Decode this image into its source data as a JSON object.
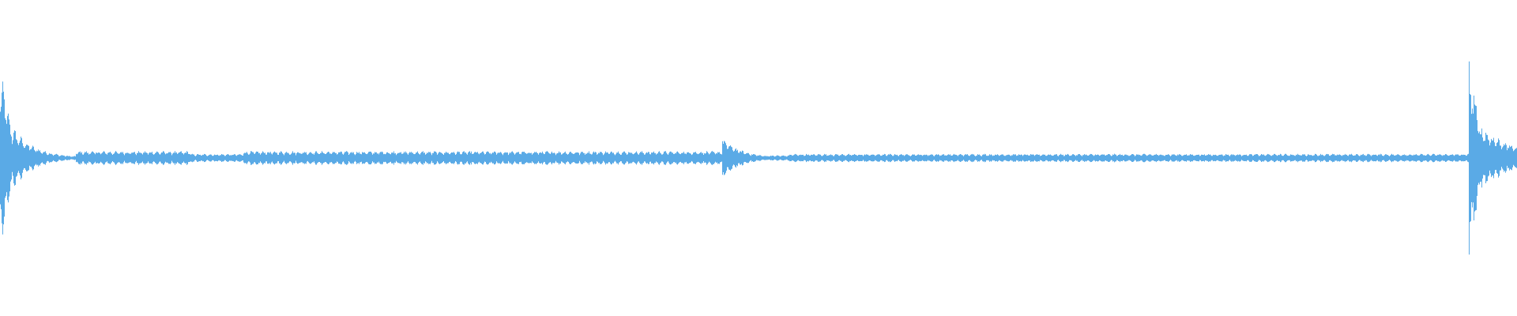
{
  "waveform": {
    "color": "#5aaae6",
    "background": "#ffffff",
    "baseline_amplitude": 0.035,
    "segments": [
      {
        "start": 0.0,
        "end": 0.006,
        "peak": 0.66,
        "decay": 0.7
      },
      {
        "start": 0.004,
        "end": 0.05,
        "peak": 0.3,
        "decay": 3.2
      },
      {
        "start": 0.05,
        "end": 0.125,
        "peak": 0.05,
        "decay": 0.0
      },
      {
        "start": 0.125,
        "end": 0.16,
        "peak": 0.03,
        "decay": 0.0
      },
      {
        "start": 0.16,
        "end": 0.476,
        "peak": 0.05,
        "decay": 0.0
      },
      {
        "start": 0.476,
        "end": 0.505,
        "peak": 0.15,
        "decay": 2.2
      },
      {
        "start": 0.505,
        "end": 0.52,
        "peak": 0.02,
        "decay": 0.0
      },
      {
        "start": 0.52,
        "end": 0.968,
        "peak": 0.03,
        "decay": 0.0
      },
      {
        "start": 0.968,
        "end": 0.974,
        "peak": 0.74,
        "decay": 0.7
      },
      {
        "start": 0.972,
        "end": 1.0,
        "peak": 0.28,
        "decay": 1.2
      }
    ]
  }
}
